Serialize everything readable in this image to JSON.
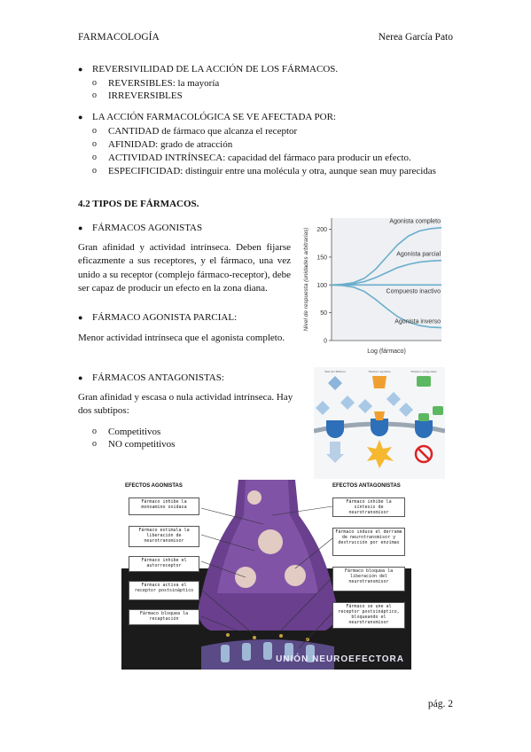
{
  "header": {
    "left": "FARMACOLOGÍA",
    "right": "Nerea García Pato"
  },
  "sec1": {
    "title": "REVERSIVILIDAD DE LA ACCIÓN DE LOS FÁRMACOS.",
    "items": [
      "REVERSIBLES: la mayoría",
      "IRREVERSIBLES"
    ]
  },
  "sec2": {
    "title": "LA ACCIÓN FARMACOLÓGICA SE VE AFECTADA POR:",
    "items": [
      "CANTIDAD de fármaco que alcanza el receptor",
      "AFINIDAD: grado de atracción",
      "ACTIVIDAD INTRÍNSECA: capacidad del fármaco para producir un efecto.",
      "ESPECIFICIDAD: distinguir entre una molécula y otra, aunque sean muy parecidas"
    ]
  },
  "heading": "4.2 TIPOS DE FÁRMACOS.",
  "agonistas": {
    "title": "FÁRMACOS AGONISTAS",
    "text": "Gran afinidad y actividad intrínseca. Deben fijarse eficazmente a sus receptores, y el fármaco, una vez unido a su receptor (complejo fármaco-receptor), debe ser capaz de producir un efecto en la zona diana."
  },
  "parcial": {
    "title": "FÁRMACO AGONISTA PARCIAL:",
    "text": "Menor actividad intrínseca que el agonista completo."
  },
  "antagonistas": {
    "title": "FÁRMACOS ANTAGONISTAS:",
    "text": "Gran afinidad y escasa o nula actividad intrínseca. Hay dos subtipos:",
    "items": [
      "Competitivos",
      "NO competitivos"
    ]
  },
  "chart_data": {
    "type": "line",
    "ylabel": "Nivel de respuesta (unidades arbitrarias)",
    "xlabel": "Log (fármaco)",
    "ylim": [
      0,
      220
    ],
    "yticks": [
      "0",
      "50",
      "100",
      "150",
      "200"
    ],
    "x": [
      0,
      1,
      2,
      3,
      4,
      5,
      6,
      7,
      8,
      9,
      10
    ],
    "series": [
      {
        "name": "Agonista completo",
        "values": [
          100,
          101,
          104,
          112,
          128,
          150,
          172,
          188,
          197,
          201,
          203
        ]
      },
      {
        "name": "Agonista parcial",
        "values": [
          100,
          100,
          102,
          106,
          113,
          122,
          131,
          137,
          141,
          143,
          144
        ]
      },
      {
        "name": "Compuesto inactivo",
        "values": [
          100,
          100,
          100,
          100,
          100,
          100,
          100,
          100,
          100,
          100,
          100
        ]
      },
      {
        "name": "Agonista inverso",
        "values": [
          100,
          99,
          96,
          88,
          74,
          58,
          43,
          33,
          27,
          24,
          23
        ]
      }
    ]
  },
  "receptors": {
    "labels": [
      "Sitio del fármaco",
      "Fármaco agonista",
      "Fármaco antagonista"
    ]
  },
  "neuro": {
    "left_title": "EFECTOS AGONISTAS",
    "right_title": "EFECTOS ANTAGONISTAS",
    "left_boxes": [
      "Fármaco inhibe la monoamino oxidasa",
      "Fármaco estimula la liberación de neurotransmisor",
      "Fármaco inhibe el autorreceptor",
      "Fármaco activa el receptor postsináptico",
      "Fármaco bloquea la recaptación"
    ],
    "right_boxes": [
      "Fármaco inhibe la síntesis de neurotransmisor",
      "Fármaco induce el derrame de neurotransmisor y destrucción por enzimas",
      "Fármaco bloquea la liberación del neurotransmisor",
      "Fármaco se une al receptor postsináptico, bloqueando el neurotransmisor"
    ],
    "caption": "UNIÓN NEUROEFECTORA"
  },
  "footer": {
    "page": "pág. 2"
  },
  "colors": {
    "curve": "#6aaecb",
    "synapse": "#6a3f8e",
    "bg_dark": "#1b1b1b"
  }
}
